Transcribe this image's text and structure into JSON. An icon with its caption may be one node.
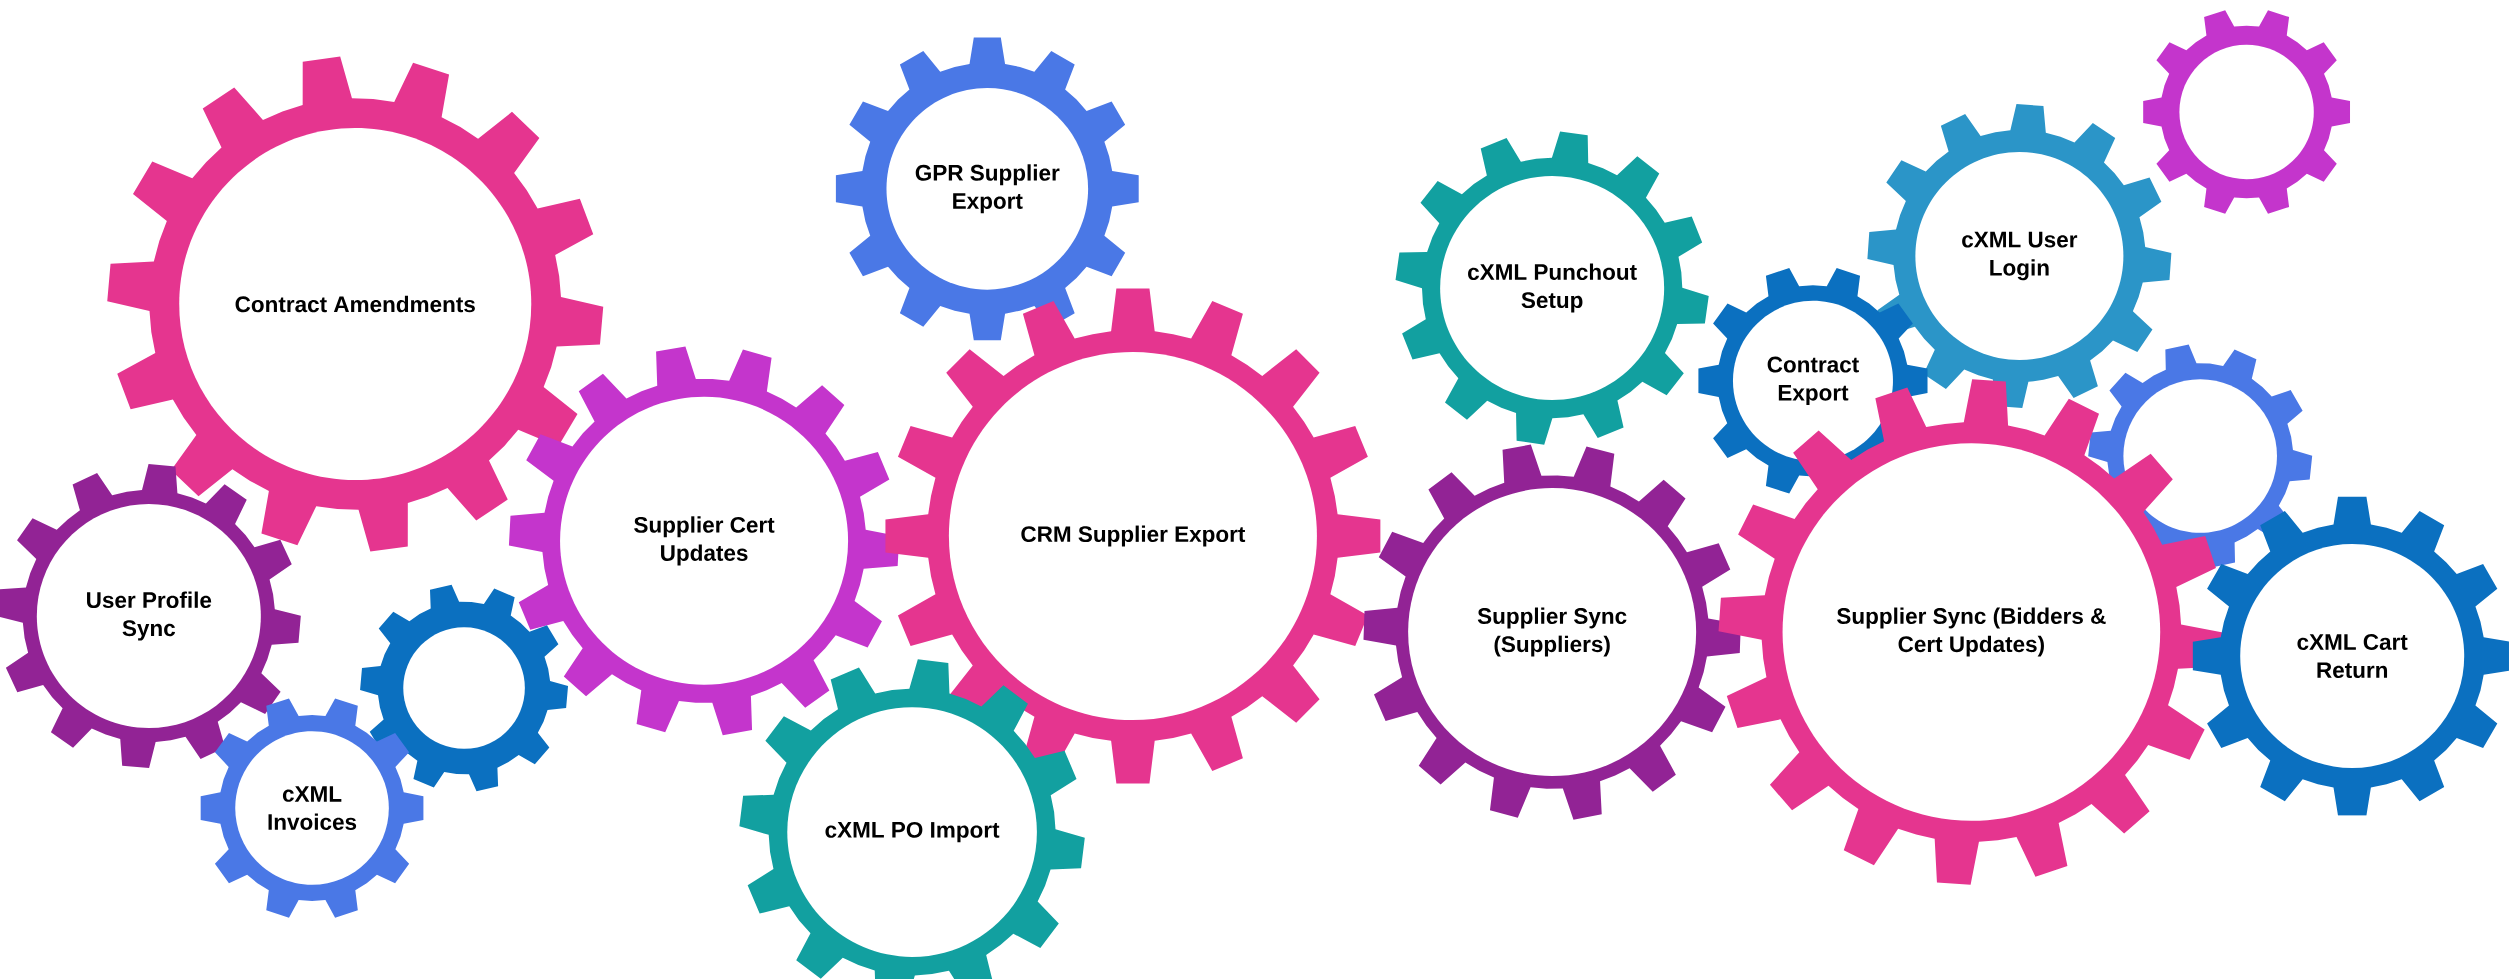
{
  "diagram": {
    "nodes": [
      {
        "text": [
          "Contract Amendments"
        ]
      },
      {
        "text": [
          "GPR Supplier Export"
        ]
      },
      {
        "text": [
          "cXML Punchout Setup"
        ]
      },
      {
        "text": [],
        "shape": "gear"
      },
      {
        "text": [
          "cXML User Login"
        ]
      },
      {
        "text": [
          "Contract Export"
        ]
      },
      {
        "text": [],
        "shape": "gear"
      },
      {
        "text": [
          "Supplier Cert Updates"
        ]
      },
      {
        "text": [
          "CRM Supplier Export"
        ]
      },
      {
        "text": [
          "User Profile Sync"
        ]
      },
      {
        "text": [
          "Supplier Sync (Suppliers)"
        ]
      },
      {
        "text": [
          "Supplier Sync (Bidders & Cert Updates)"
        ]
      },
      {
        "text": [
          "cXML Cart Return"
        ]
      },
      {
        "text": [],
        "shape": "gear"
      },
      {
        "text": [
          "cXML Invoices"
        ]
      },
      {
        "text": [
          "cXML PO Import"
        ]
      }
    ]
  }
}
